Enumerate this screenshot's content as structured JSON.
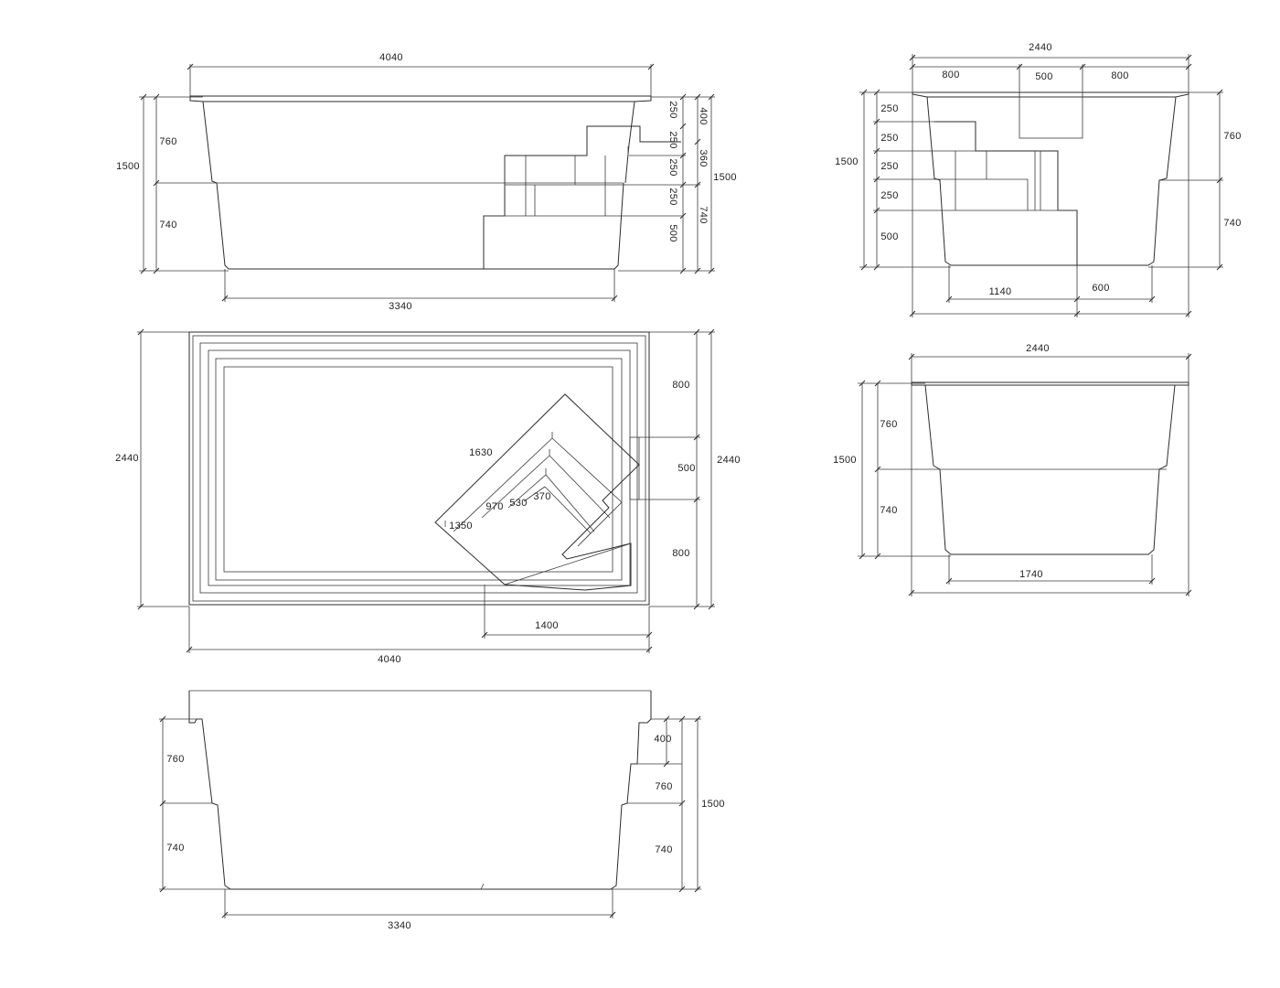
{
  "views": {
    "side_steps": {
      "overall_length": "4040",
      "bottom_length": "3340",
      "total_depth": "1500",
      "upper_depth": "760",
      "lower_depth": "740",
      "step_1": "250",
      "step_2": "250",
      "step_3": "250",
      "step_4": "250",
      "step_5": "500",
      "right_upper": "400",
      "right_mid": "360",
      "right_total": "1500",
      "right_lower": "740"
    },
    "end_steps": {
      "overall_width": "2440",
      "top_left": "800",
      "top_mid": "500",
      "top_right": "800",
      "left_total": "1500",
      "step_1": "250",
      "step_2": "250",
      "step_3": "250",
      "step_4": "250",
      "step_5": "500",
      "right_upper": "760",
      "right_lower": "740",
      "bottom_left": "1140",
      "bottom_right": "600"
    },
    "plan": {
      "overall_width": "2440",
      "overall_length": "4040",
      "stair_offset": "1400",
      "right_top": "800",
      "right_mid": "500",
      "right_bottom": "800",
      "right_total": "2440",
      "diag_1630": "1630",
      "diag_1350": "1350",
      "diag_970": "970",
      "diag_530": "530",
      "diag_370": "370"
    },
    "end_plain": {
      "overall_width": "2440",
      "total_depth": "1500",
      "upper_depth": "760",
      "lower_depth": "740",
      "bottom_width": "1740"
    },
    "side_plain": {
      "bottom_length": "3340",
      "left_upper": "760",
      "left_lower": "740",
      "right_400": "400",
      "right_760": "760",
      "right_740": "740",
      "right_total": "1500"
    }
  }
}
